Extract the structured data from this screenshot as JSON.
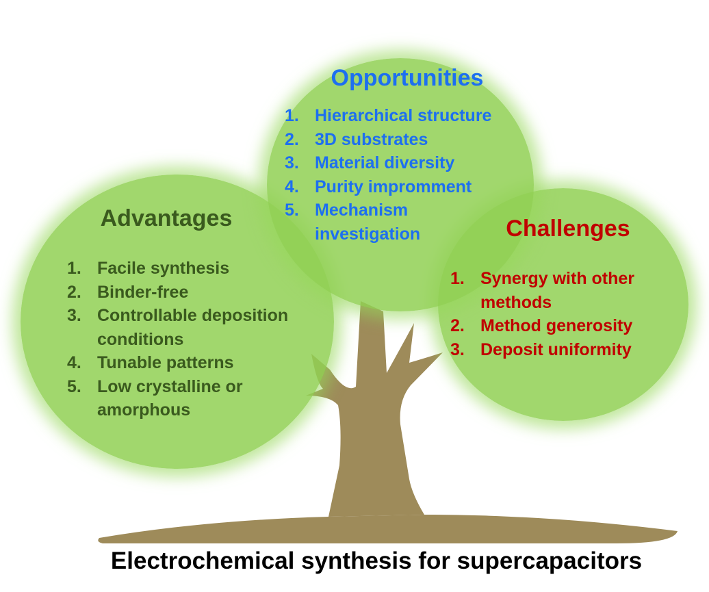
{
  "colors": {
    "bubble": "#91d054",
    "trunk": "#9e8b5a",
    "advantages": "#3a5a1e",
    "opportunities": "#1d6ff0",
    "challenges": "#c00000"
  },
  "opportunities": {
    "title": "Opportunities",
    "items": [
      {
        "num": "1.",
        "text": "Hierarchical structure"
      },
      {
        "num": "2.",
        "text": "3D substrates"
      },
      {
        "num": "3.",
        "text": "Material diversity"
      },
      {
        "num": "4.",
        "text": "Purity impromment"
      },
      {
        "num": "5.",
        "text": "Mechanism investigation"
      }
    ]
  },
  "advantages": {
    "title": "Advantages",
    "items": [
      {
        "num": "1.",
        "text": "Facile synthesis"
      },
      {
        "num": "2.",
        "text": "Binder-free"
      },
      {
        "num": "3.",
        "text": "Controllable deposition conditions"
      },
      {
        "num": "4.",
        "text": "Tunable patterns"
      },
      {
        "num": "5.",
        "text": "Low crystalline or amorphous"
      }
    ]
  },
  "challenges": {
    "title": "Challenges",
    "items": [
      {
        "num": "1.",
        "text": "Synergy with other methods"
      },
      {
        "num": "2.",
        "text": "Method generosity"
      },
      {
        "num": "3.",
        "text": "Deposit uniformity"
      }
    ]
  },
  "caption": "Electrochemical synthesis for supercapacitors"
}
